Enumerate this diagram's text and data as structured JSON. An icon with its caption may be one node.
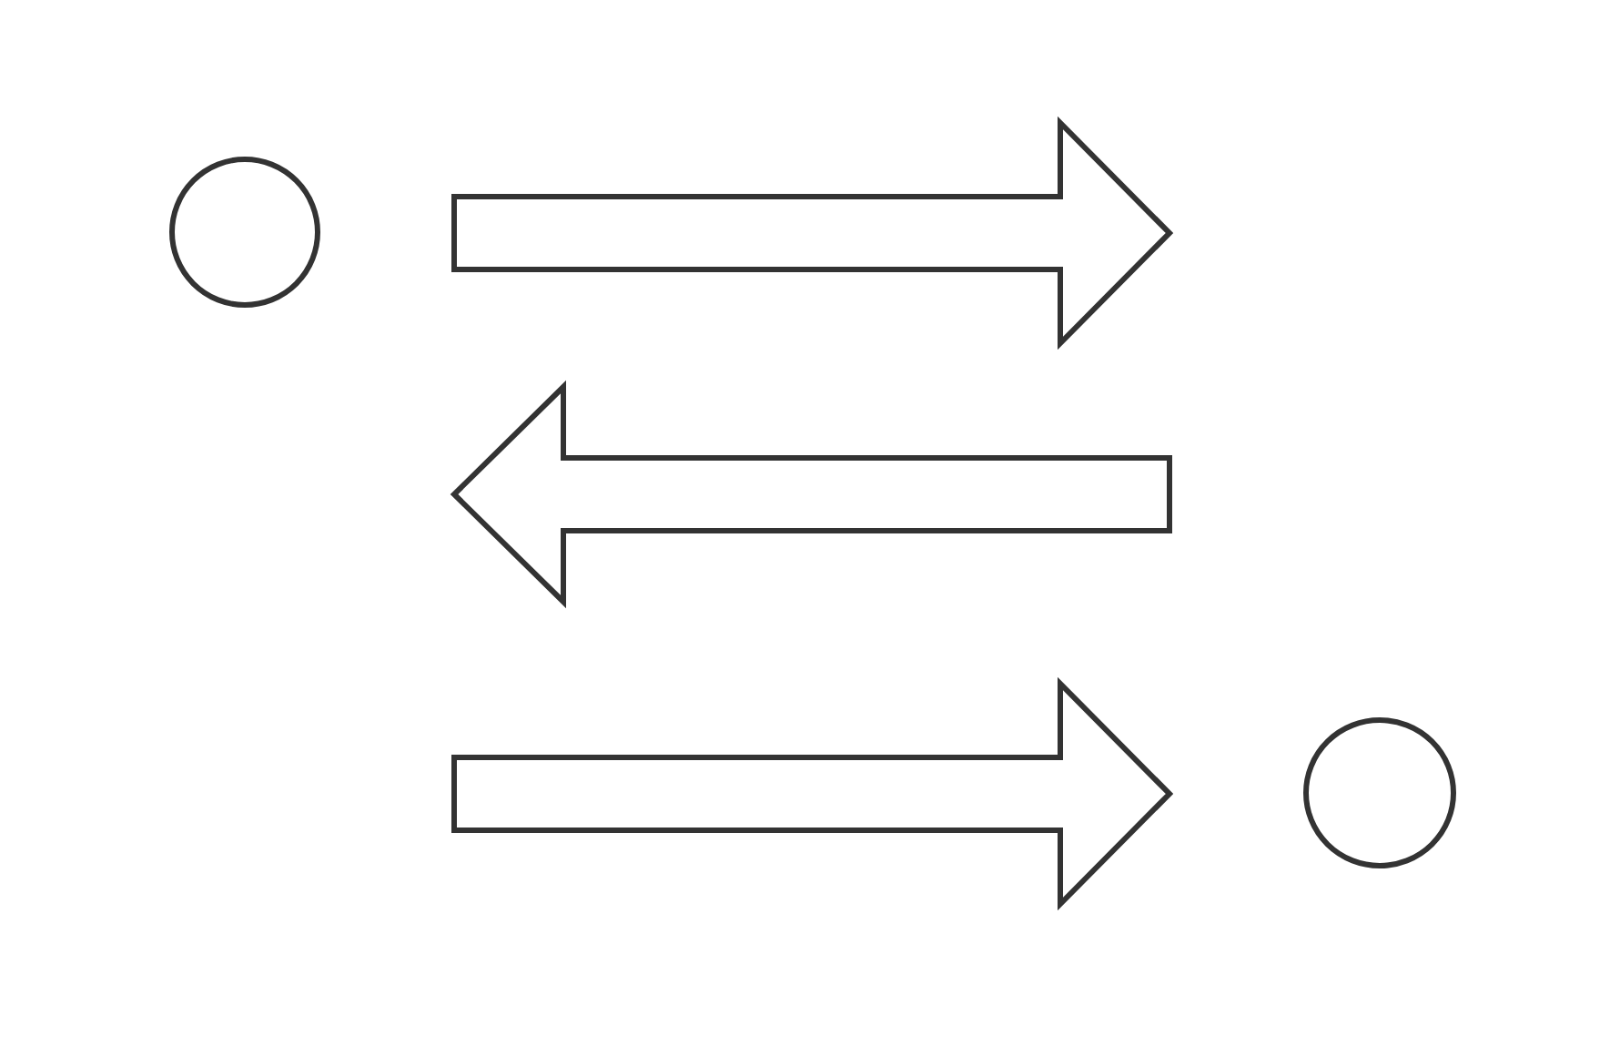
{
  "diagram": {
    "nodes": [
      {
        "text": [],
        "shape": "circle"
      },
      {
        "text": [],
        "shape": "arrow"
      },
      {
        "text": [],
        "shape": "arrow"
      },
      {
        "text": [],
        "shape": "arrow"
      },
      {
        "text": [],
        "shape": "circle"
      }
    ]
  }
}
